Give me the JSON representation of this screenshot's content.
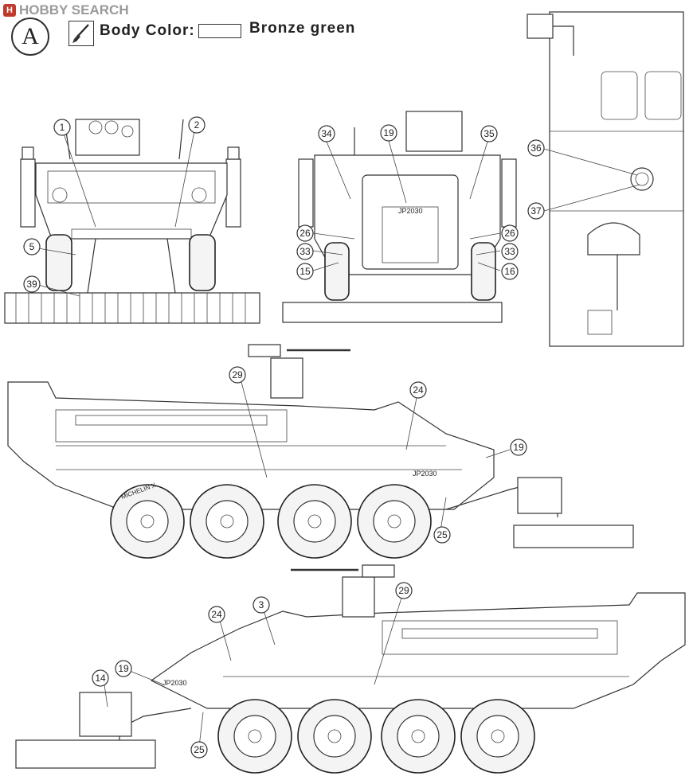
{
  "watermark": {
    "brand": "HOBBY SEARCH",
    "logo_glyph": "H"
  },
  "header": {
    "panel_letter": "A",
    "body_color_label": "Body Color:",
    "color_name": "Bronze green",
    "icon": "paint-brush-icon"
  },
  "diagram": {
    "callouts": [
      {
        "id": "c1",
        "label": "1"
      },
      {
        "id": "c2",
        "label": "2"
      },
      {
        "id": "c5",
        "label": "5"
      },
      {
        "id": "c39",
        "label": "39"
      },
      {
        "id": "c34",
        "label": "34"
      },
      {
        "id": "c19a",
        "label": "19"
      },
      {
        "id": "c35",
        "label": "35"
      },
      {
        "id": "c26a",
        "label": "26"
      },
      {
        "id": "c33a",
        "label": "33"
      },
      {
        "id": "c15",
        "label": "15"
      },
      {
        "id": "c26b",
        "label": "26"
      },
      {
        "id": "c33b",
        "label": "33"
      },
      {
        "id": "c16",
        "label": "16"
      },
      {
        "id": "c36",
        "label": "36"
      },
      {
        "id": "c37",
        "label": "37"
      },
      {
        "id": "c29a",
        "label": "29"
      },
      {
        "id": "c24a",
        "label": "24"
      },
      {
        "id": "c19b",
        "label": "19"
      },
      {
        "id": "c25a",
        "label": "25"
      },
      {
        "id": "c29b",
        "label": "29"
      },
      {
        "id": "c24b",
        "label": "24"
      },
      {
        "id": "c3",
        "label": "3"
      },
      {
        "id": "c19c",
        "label": "19"
      },
      {
        "id": "c14",
        "label": "14"
      },
      {
        "id": "c25b",
        "label": "25"
      }
    ],
    "hull_markings": {
      "rear_plate": "JP2030",
      "side_plate": "JP2030",
      "tire_brand": "MICHELIN X"
    }
  }
}
